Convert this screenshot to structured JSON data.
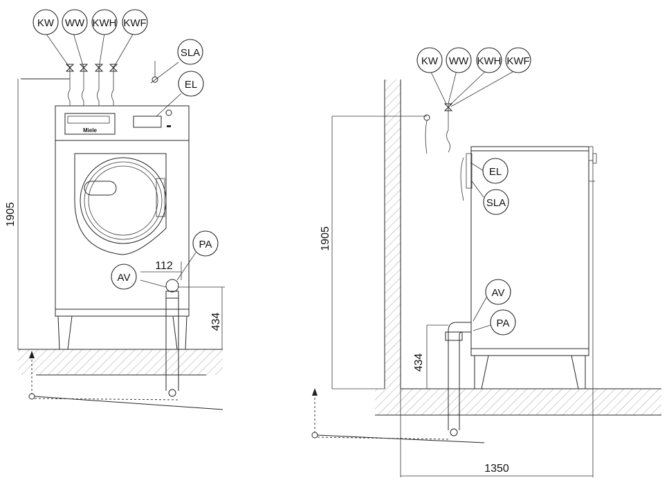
{
  "front_view": {
    "connections": [
      "KW",
      "WW",
      "KWH",
      "KWF"
    ],
    "electrical": [
      "SLA",
      "EL"
    ],
    "drain": {
      "av": "AV",
      "pa": "PA"
    },
    "brand": "Miele",
    "dims": {
      "total_height": "1905",
      "drain_height": "434",
      "drain_offset": "112"
    }
  },
  "side_view": {
    "connections": [
      "KW",
      "WW",
      "KWH",
      "KWF"
    ],
    "electrical": [
      "EL",
      "SLA"
    ],
    "drain": {
      "av": "AV",
      "pa": "PA"
    },
    "dims": {
      "total_height": "1905",
      "drain_height": "434",
      "depth": "1350"
    }
  }
}
